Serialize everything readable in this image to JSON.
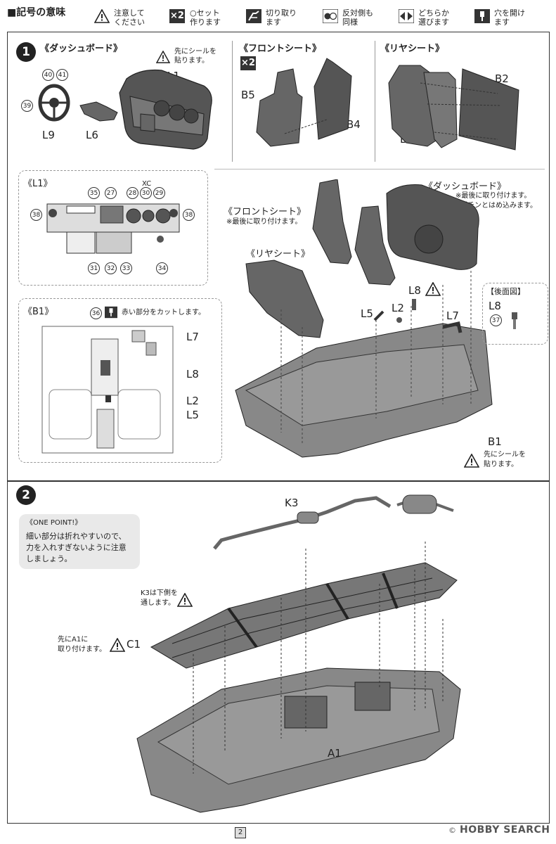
{
  "header": {
    "title": "■記号の意味",
    "legend": [
      {
        "icon": "warning-icon",
        "label1": "注意して",
        "label2": "ください"
      },
      {
        "icon": "times-two-icon",
        "label1": "○セット",
        "label2": "作ります"
      },
      {
        "icon": "cut-icon",
        "label1": "切り取り",
        "label2": "ます"
      },
      {
        "icon": "same-opposite-icon",
        "label1": "反対側も",
        "label2": "同様"
      },
      {
        "icon": "either-choose-icon",
        "label1": "どちらか",
        "label2": "選びます"
      },
      {
        "icon": "drill-hole-icon",
        "label1": "穴を開け",
        "label2": "ます"
      }
    ]
  },
  "step1": {
    "number": "1",
    "dashboard_title": "《ダッシュボード》",
    "front_seat_title": "《フロントシート》",
    "rear_seat_title": "《リヤシート》",
    "seal_note1": "先にシールを",
    "seal_note2": "貼ります。",
    "times2": "×2",
    "parts": {
      "L1": "L1",
      "L9": "L9",
      "L6": "L6",
      "B5": "B5",
      "B4": "B4",
      "B2": "B2",
      "B3": "B3",
      "B1": "B1",
      "L8": "L8",
      "L5": "L5",
      "L2": "L2",
      "L7": "L7"
    },
    "numbers_dash": [
      "40",
      "41",
      "39"
    ],
    "l1_box": {
      "title": "《L1》",
      "xc": "XC",
      "top_numbers": [
        "35",
        "27",
        "28",
        "30",
        "29"
      ],
      "side_numbers": [
        "38",
        "38"
      ],
      "bottom_numbers": [
        "31",
        "32",
        "33",
        "34"
      ]
    },
    "b1_box": {
      "title": "《B1》",
      "number": "36",
      "cut_note": "赤い部分をカットします。",
      "labels": [
        "L7",
        "L8",
        "L2",
        "L5"
      ]
    },
    "assembly": {
      "dashboard_title": "《ダッシュボード》",
      "dash_note1": "※最後に取り付けます。",
      "dash_note2": "パチンとはめ込みます。",
      "front_seat_title": "《フロントシート》",
      "front_note": "※最後に取り付けます。",
      "rear_seat_title": "《リヤシート》",
      "rear_view_title": "【後面図】",
      "rear_view_part": "L8",
      "rear_view_number": "37",
      "b1_note1": "先にシールを",
      "b1_note2": "貼ります。"
    }
  },
  "step2": {
    "number": "2",
    "onepoint_title": "《ONE POINT!》",
    "onepoint_lines": [
      "細い部分は折れやすいので、",
      "力を入れすぎないように注意",
      "しましょう。"
    ],
    "k3_label": "K3",
    "k3_note1": "K3は下側を",
    "k3_note2": "通します。",
    "c1_note1": "先にA1に",
    "c1_note2": "取り付けます。",
    "c1_label": "C1",
    "a1_label": "A1"
  },
  "footer": {
    "page": "2",
    "watermark": "HOBBY SEARCH",
    "copyright": "©"
  }
}
